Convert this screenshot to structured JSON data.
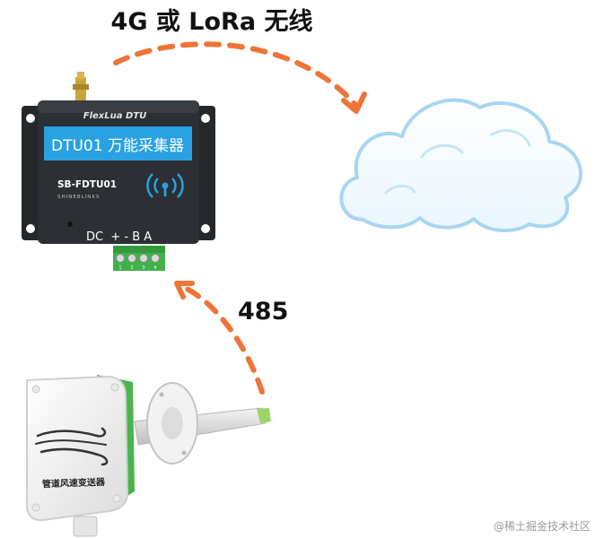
{
  "labels": {
    "wireless": "4G 或 LoRa 无线",
    "bus": "485"
  },
  "dtu": {
    "brand": "FlexLua DTU",
    "banner": "DTU01 万能采集器",
    "model": "SB-FDTU01",
    "maker": "SHINEBLINKS",
    "ports": "DC  + - B A",
    "terminal_pins": [
      "1",
      "2",
      "3",
      "4"
    ]
  },
  "sensor": {
    "name": "管道风速变送器"
  },
  "watermark": "@稀土掘金技术社区",
  "colors": {
    "arrow": "#ee7438",
    "banner": "#2aa1e3",
    "device_body": "#2c2f33",
    "terminal": "#3fb24a",
    "cloud_stroke": "#a8d6f2",
    "sensor_green": "#49b54a"
  },
  "icons": {
    "antenna": "antenna-icon",
    "wireless": "wireless-signal-icon",
    "cloud": "cloud-icon",
    "wind": "wind-logo-icon"
  }
}
